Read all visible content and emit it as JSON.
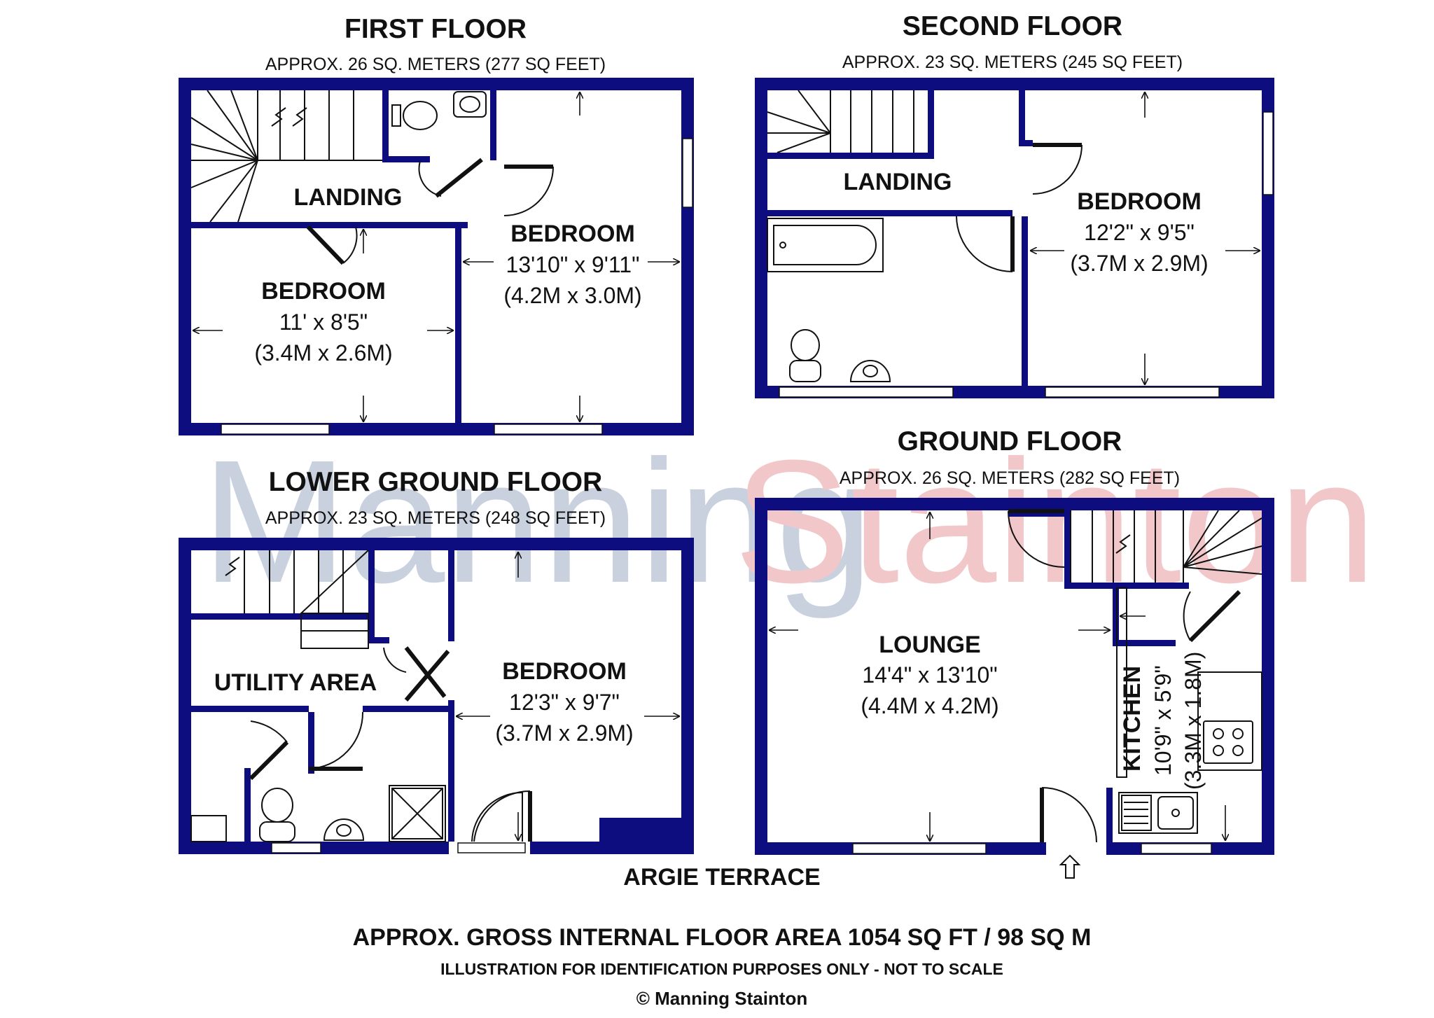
{
  "watermark": {
    "part1": "Manning",
    "part2": "Stainton",
    "color1": "#c9d1de",
    "color2": "#f2c7c9"
  },
  "colors": {
    "wall": "#0d0d80",
    "line": "#111111",
    "background": "#ffffff"
  },
  "floors": {
    "first": {
      "title": "FIRST FLOOR",
      "area": "APPROX. 26 SQ. METERS (277 SQ FEET)",
      "landing": "LANDING",
      "bedroom_a": {
        "name": "BEDROOM",
        "dim_imperial": "13'10\" x 9'11\"",
        "dim_metric": "(4.2M x 3.0M)"
      },
      "bedroom_b": {
        "name": "BEDROOM",
        "dim_imperial": "11' x 8'5\"",
        "dim_metric": "(3.4M x 2.6M)"
      }
    },
    "second": {
      "title": "SECOND FLOOR",
      "area": "APPROX. 23 SQ. METERS (245 SQ FEET)",
      "landing": "LANDING",
      "bedroom": {
        "name": "BEDROOM",
        "dim_imperial": "12'2\" x 9'5\"",
        "dim_metric": "(3.7M x 2.9M)"
      }
    },
    "lower_ground": {
      "title": "LOWER GROUND FLOOR",
      "area": "APPROX. 23 SQ. METERS (248 SQ FEET)",
      "utility": "UTILITY AREA",
      "bedroom": {
        "name": "BEDROOM",
        "dim_imperial": "12'3\" x 9'7\"",
        "dim_metric": "(3.7M x 2.9M)"
      }
    },
    "ground": {
      "title": "GROUND FLOOR",
      "area": "APPROX. 26 SQ. METERS (282 SQ FEET)",
      "lounge": {
        "name": "LOUNGE",
        "dim_imperial": "14'4\" x 13'10\"",
        "dim_metric": "(4.4M x 4.2M)"
      },
      "kitchen": {
        "name": "KITCHEN",
        "dim_imperial": "10'9\" x 5'9\"",
        "dim_metric": "(3.3M x 1.8M)"
      }
    }
  },
  "street": "ARGIE TERRACE",
  "footer": {
    "gross_area": "APPROX. GROSS INTERNAL FLOOR AREA 1054 SQ FT / 98 SQ M",
    "note": "ILLUSTRATION FOR IDENTIFICATION PURPOSES ONLY - NOT TO SCALE",
    "copyright": "© Manning Stainton"
  }
}
